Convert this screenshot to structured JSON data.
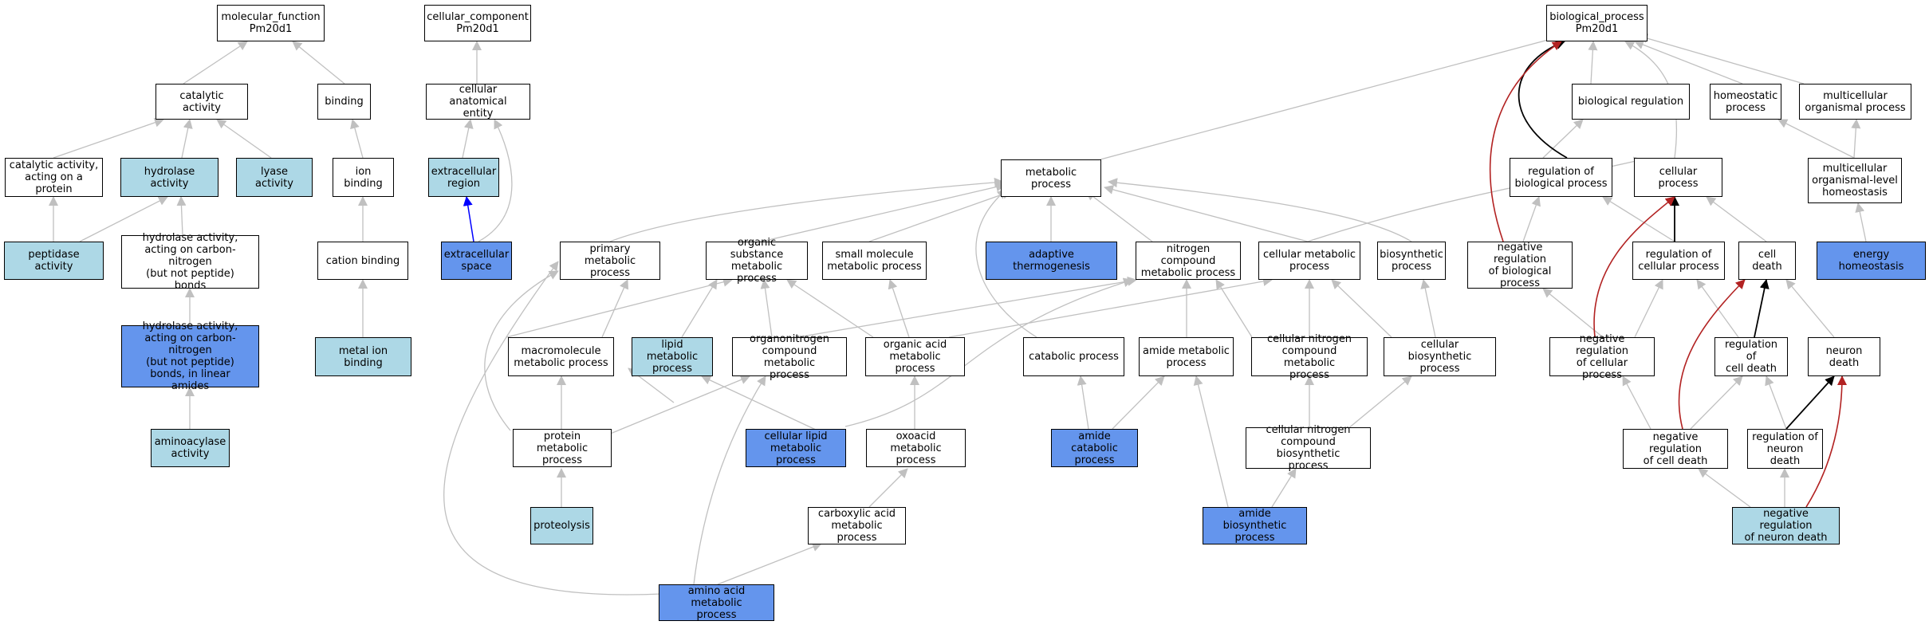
{
  "colors": {
    "none": "#ffffff",
    "light": "#add8e6",
    "blue": "#6495ed",
    "edge_gray": "#c0c0c0",
    "edge_black": "#000000",
    "edge_red": "#b22222",
    "edge_blue": "#0000ff"
  },
  "nodes": {
    "mf": {
      "label": "molecular_function\nPm20d1",
      "fill": "none"
    },
    "cc": {
      "label": "cellular_component\nPm20d1",
      "fill": "none"
    },
    "bp": {
      "label": "biological_process\nPm20d1",
      "fill": "none"
    },
    "catalytic": {
      "label": "catalytic activity",
      "fill": "none"
    },
    "binding": {
      "label": "binding",
      "fill": "none"
    },
    "cae": {
      "label": "cellular anatomical\nentity",
      "fill": "none"
    },
    "cata_prot": {
      "label": "catalytic activity,\nacting on a\nprotein",
      "fill": "none"
    },
    "hydrolase": {
      "label": "hydrolase activity",
      "fill": "light"
    },
    "lyase": {
      "label": "lyase activity",
      "fill": "light"
    },
    "ionbind": {
      "label": "ion binding",
      "fill": "none"
    },
    "extreg": {
      "label": "extracellular\nregion",
      "fill": "light"
    },
    "peptidase": {
      "label": "peptidase activity",
      "fill": "light"
    },
    "hydcn": {
      "label": "hydrolase activity,\nacting on carbon-nitrogen\n(but not peptide)\nbonds",
      "fill": "none"
    },
    "cationbind": {
      "label": "cation binding",
      "fill": "none"
    },
    "extspace": {
      "label": "extracellular\nspace",
      "fill": "blue"
    },
    "hydlin": {
      "label": "hydrolase activity,\nacting on carbon-nitrogen\n(but not peptide)\nbonds, in linear\namides",
      "fill": "blue"
    },
    "metalion": {
      "label": "metal ion binding",
      "fill": "light"
    },
    "aminoacylase": {
      "label": "aminoacylase\nactivity",
      "fill": "light"
    },
    "metab": {
      "label": "metabolic process",
      "fill": "none"
    },
    "primmetab": {
      "label": "primary metabolic\nprocess",
      "fill": "none"
    },
    "orgsub": {
      "label": "organic substance\nmetabolic process",
      "fill": "none"
    },
    "smallmol": {
      "label": "small molecule\nmetabolic process",
      "fill": "none"
    },
    "adaptherm": {
      "label": "adaptive thermogenesis",
      "fill": "blue"
    },
    "nitcomp": {
      "label": "nitrogen compound\nmetabolic process",
      "fill": "none"
    },
    "cellmetab": {
      "label": "cellular metabolic\nprocess",
      "fill": "none"
    },
    "biosyn": {
      "label": "biosynthetic\nprocess",
      "fill": "none"
    },
    "macromol": {
      "label": "macromolecule\nmetabolic process",
      "fill": "none"
    },
    "lipidmetab": {
      "label": "lipid metabolic\nprocess",
      "fill": "light"
    },
    "organonit": {
      "label": "organonitrogen\ncompound metabolic\nprocess",
      "fill": "none"
    },
    "orgacid": {
      "label": "organic acid\nmetabolic process",
      "fill": "none"
    },
    "catabolic": {
      "label": "catabolic process",
      "fill": "none"
    },
    "amidemetab": {
      "label": "amide metabolic\nprocess",
      "fill": "none"
    },
    "cellnitmetab": {
      "label": "cellular nitrogen\ncompound metabolic\nprocess",
      "fill": "none"
    },
    "cellbiosyn": {
      "label": "cellular biosynthetic\nprocess",
      "fill": "none"
    },
    "protmetab": {
      "label": "protein metabolic\nprocess",
      "fill": "none"
    },
    "celllipid": {
      "label": "cellular lipid\nmetabolic process",
      "fill": "blue"
    },
    "oxoacid": {
      "label": "oxoacid metabolic\nprocess",
      "fill": "none"
    },
    "amidecat": {
      "label": "amide catabolic\nprocess",
      "fill": "blue"
    },
    "cellnitbio": {
      "label": "cellular nitrogen\ncompound biosynthetic\nprocess",
      "fill": "none"
    },
    "proteolysis": {
      "label": "proteolysis",
      "fill": "light"
    },
    "carboxylic": {
      "label": "carboxylic acid\nmetabolic process",
      "fill": "none"
    },
    "amidebio": {
      "label": "amide biosynthetic\nprocess",
      "fill": "blue"
    },
    "aminoacid": {
      "label": "amino acid metabolic\nprocess",
      "fill": "blue"
    },
    "bioreg": {
      "label": "biological regulation",
      "fill": "none"
    },
    "homeostatic": {
      "label": "homeostatic\nprocess",
      "fill": "none"
    },
    "multiorg": {
      "label": "multicellular\norganismal process",
      "fill": "none"
    },
    "regbio": {
      "label": "regulation of\nbiological process",
      "fill": "none"
    },
    "cellproc": {
      "label": "cellular process",
      "fill": "none"
    },
    "multihomeo": {
      "label": "multicellular\norganismal-level\nhomeostasis",
      "fill": "none"
    },
    "negregbio": {
      "label": "negative regulation\nof biological\nprocess",
      "fill": "none"
    },
    "regcell": {
      "label": "regulation of\ncellular process",
      "fill": "none"
    },
    "celldeath": {
      "label": "cell death",
      "fill": "none"
    },
    "energyhomeo": {
      "label": "energy homeostasis",
      "fill": "blue"
    },
    "negregcell": {
      "label": "negative regulation\nof cellular\nprocess",
      "fill": "none"
    },
    "regcelldeath": {
      "label": "regulation of\ncell death",
      "fill": "none"
    },
    "neurondeath": {
      "label": "neuron death",
      "fill": "none"
    },
    "negregcelldeath": {
      "label": "negative regulation\nof cell death",
      "fill": "none"
    },
    "regneurondeath": {
      "label": "regulation of\nneuron death",
      "fill": "none"
    },
    "negregneuron": {
      "label": "negative regulation\nof neuron death",
      "fill": "light"
    }
  }
}
